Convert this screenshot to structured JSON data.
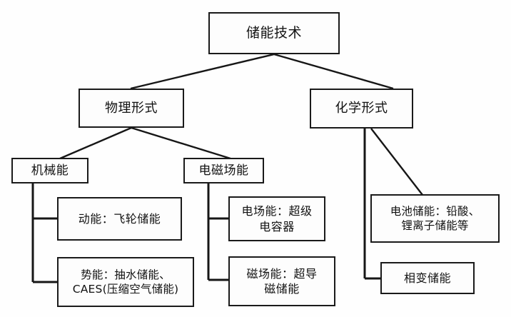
{
  "diagram": {
    "type": "hierarchy-tree",
    "title": "储能技术",
    "orientation": "top-down",
    "colors": {
      "background": "#fefefe",
      "node_fill": "#fdfdfd",
      "node_border": "#1a1a1a",
      "connector": "#161616",
      "text": "#121212"
    },
    "nodes": {
      "root": {
        "label": "储能技术",
        "level": 0
      },
      "physical": {
        "label": "物理形式",
        "level": 1
      },
      "chemical": {
        "label": "化学形式",
        "level": 1
      },
      "mechanical": {
        "label": "机械能",
        "level": 2
      },
      "electromagnetic": {
        "label": "电磁场能",
        "level": 2
      },
      "kinetic": {
        "label": "动能：飞轮储能",
        "level": 3
      },
      "potential": {
        "label": "势能：抽水储能、\nCAES(压缩空气储能)",
        "level": 3
      },
      "electric_field": {
        "label": "电场能：超级\n电容器",
        "level": 3
      },
      "magnetic_field": {
        "label": "磁场能：超导\n磁储能",
        "level": 3
      },
      "battery": {
        "label": "电池储能：铅酸、\n锂离子储能等",
        "level": 2
      },
      "phase_change": {
        "label": "相变储能",
        "level": 2
      }
    },
    "edges": [
      {
        "from": "root",
        "to": "physical",
        "style": "diagonal"
      },
      {
        "from": "root",
        "to": "chemical",
        "style": "diagonal"
      },
      {
        "from": "physical",
        "to": "mechanical",
        "style": "diagonal"
      },
      {
        "from": "physical",
        "to": "electromagnetic",
        "style": "diagonal"
      },
      {
        "from": "mechanical",
        "to": "kinetic",
        "style": "orthogonal"
      },
      {
        "from": "mechanical",
        "to": "potential",
        "style": "orthogonal"
      },
      {
        "from": "electromagnetic",
        "to": "electric_field",
        "style": "orthogonal"
      },
      {
        "from": "electromagnetic",
        "to": "magnetic_field",
        "style": "orthogonal"
      },
      {
        "from": "chemical",
        "to": "battery",
        "style": "diagonal"
      },
      {
        "from": "chemical",
        "to": "phase_change",
        "style": "orthogonal"
      }
    ]
  }
}
